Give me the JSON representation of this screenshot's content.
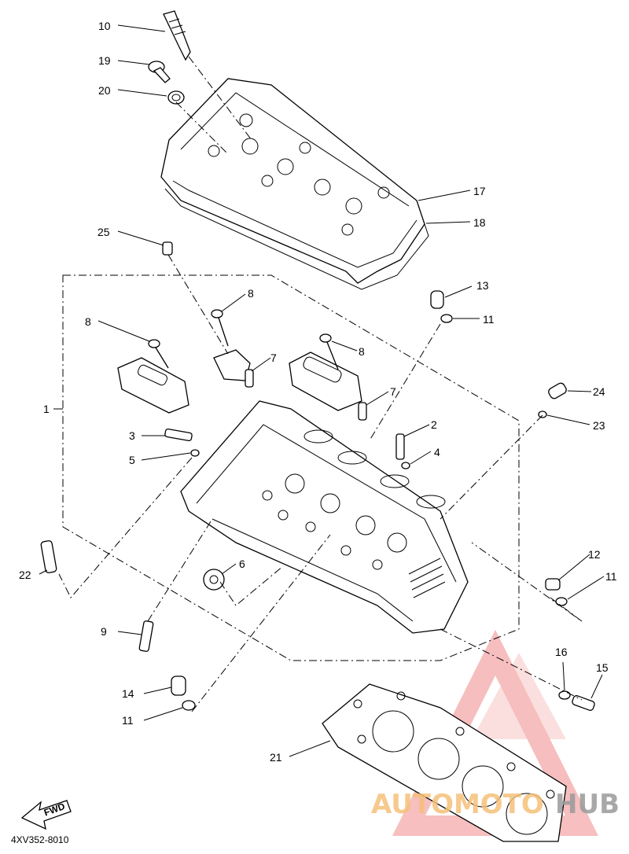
{
  "diagram_code": "4XV352-8010",
  "fwd_label": "FWD",
  "watermark": {
    "part1": "AUTOMOTO",
    "part2": "HUB",
    "color1": "#f5c07a",
    "color2": "#9a9a9a",
    "logo_color": "#f08a8a"
  },
  "callouts": [
    {
      "num": "10",
      "id": "c10"
    },
    {
      "num": "19",
      "id": "c19"
    },
    {
      "num": "20",
      "id": "c20"
    },
    {
      "num": "17",
      "id": "c17"
    },
    {
      "num": "18",
      "id": "c18"
    },
    {
      "num": "25",
      "id": "c25"
    },
    {
      "num": "13",
      "id": "c13"
    },
    {
      "num": "8",
      "id": "c8a"
    },
    {
      "num": "11",
      "id": "c11a"
    },
    {
      "num": "8",
      "id": "c8b"
    },
    {
      "num": "7",
      "id": "c7a"
    },
    {
      "num": "8",
      "id": "c8c"
    },
    {
      "num": "7",
      "id": "c7b"
    },
    {
      "num": "24",
      "id": "c24"
    },
    {
      "num": "1",
      "id": "c1"
    },
    {
      "num": "23",
      "id": "c23"
    },
    {
      "num": "2",
      "id": "c2"
    },
    {
      "num": "3",
      "id": "c3"
    },
    {
      "num": "4",
      "id": "c4"
    },
    {
      "num": "5",
      "id": "c5"
    },
    {
      "num": "12",
      "id": "c12"
    },
    {
      "num": "6",
      "id": "c6"
    },
    {
      "num": "11",
      "id": "c11b"
    },
    {
      "num": "22",
      "id": "c22"
    },
    {
      "num": "9",
      "id": "c9"
    },
    {
      "num": "16",
      "id": "c16"
    },
    {
      "num": "15",
      "id": "c15"
    },
    {
      "num": "14",
      "id": "c14"
    },
    {
      "num": "11",
      "id": "c11c"
    },
    {
      "num": "21",
      "id": "c21"
    }
  ]
}
